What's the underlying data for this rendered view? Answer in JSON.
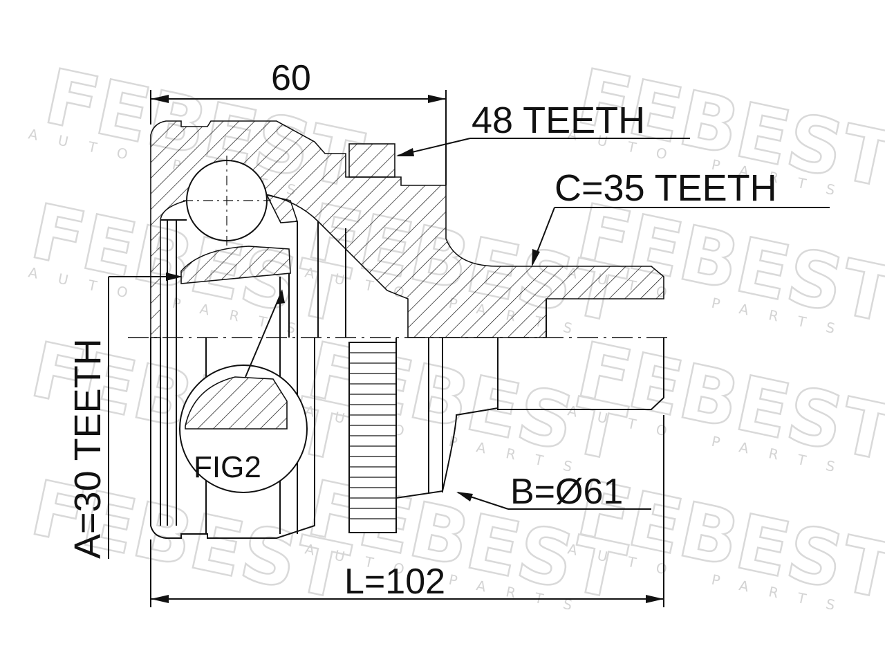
{
  "watermark": {
    "brand": "FEBEST",
    "tagline": "AUTO PARTS"
  },
  "labels": {
    "width_dim": "60",
    "outer_teeth": "48 TEETH",
    "spline_c": "C=35 TEETH",
    "spline_a": "A=30 TEETH",
    "fig": "FIG2",
    "diameter_b": "B=Ø61",
    "length_l": "L=102"
  }
}
